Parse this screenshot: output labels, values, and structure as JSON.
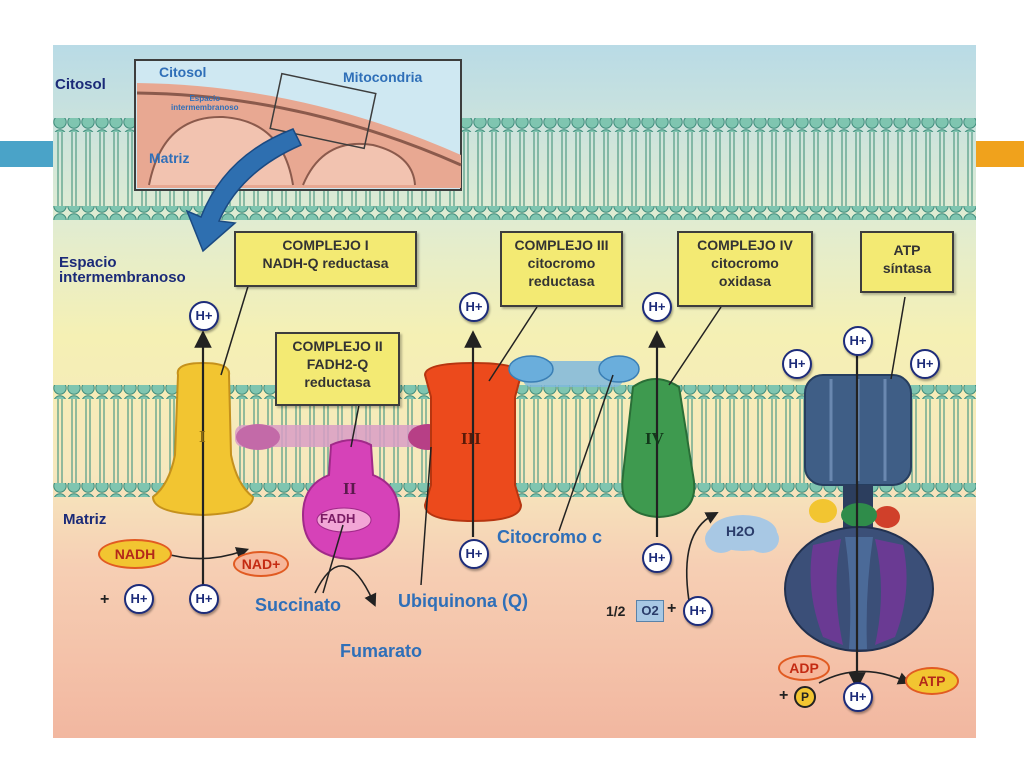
{
  "regions": {
    "cytosol": "Citosol",
    "intermembrane": "Espacio\nintermembranoso",
    "matrix": "Matriz"
  },
  "inset": {
    "cytosol": "Citosol",
    "mitochondria": "Mitocondria",
    "intermembrane": "Espacio\nintermembranoso",
    "matrix": "Matriz"
  },
  "complexes": {
    "c1": {
      "lines": [
        "COMPLEJO I",
        "NADH-Q reductasa"
      ],
      "numeral": "I"
    },
    "c2": {
      "lines": [
        "COMPLEJO II",
        "FADH2-Q",
        "reductasa"
      ],
      "numeral": "II"
    },
    "c3": {
      "lines": [
        "COMPLEJO III",
        "citocromo",
        "reductasa"
      ],
      "numeral": "III"
    },
    "c4": {
      "lines": [
        "COMPLEJO IV",
        "citocromo",
        "oxidasa"
      ],
      "numeral": "IV"
    },
    "atp": {
      "lines": [
        "ATP",
        "síntasa"
      ]
    }
  },
  "proton": "H+",
  "molecules": {
    "nadh": "NADH",
    "nad": "NAD+",
    "fadh": "FADH",
    "succinate": "Succinato",
    "fumarate": "Fumarato",
    "ubiquinone": "Ubiquinona (Q)",
    "cytochrome_c": "Citocromo c",
    "water": "H2O",
    "adp": "ADP",
    "atp": "ATP",
    "pi": "P",
    "half": "1/2",
    "o2": "O2",
    "plus": "+"
  },
  "colors": {
    "c1": "#f2c531",
    "c2": "#d642b8",
    "c3": "#ec4a1c",
    "c4": "#3e9a4f",
    "atp": "#3f5e86",
    "membrane": "#6fb8a3",
    "label_blue": "#2f6fb8",
    "label_navy": "#1b2a78"
  }
}
